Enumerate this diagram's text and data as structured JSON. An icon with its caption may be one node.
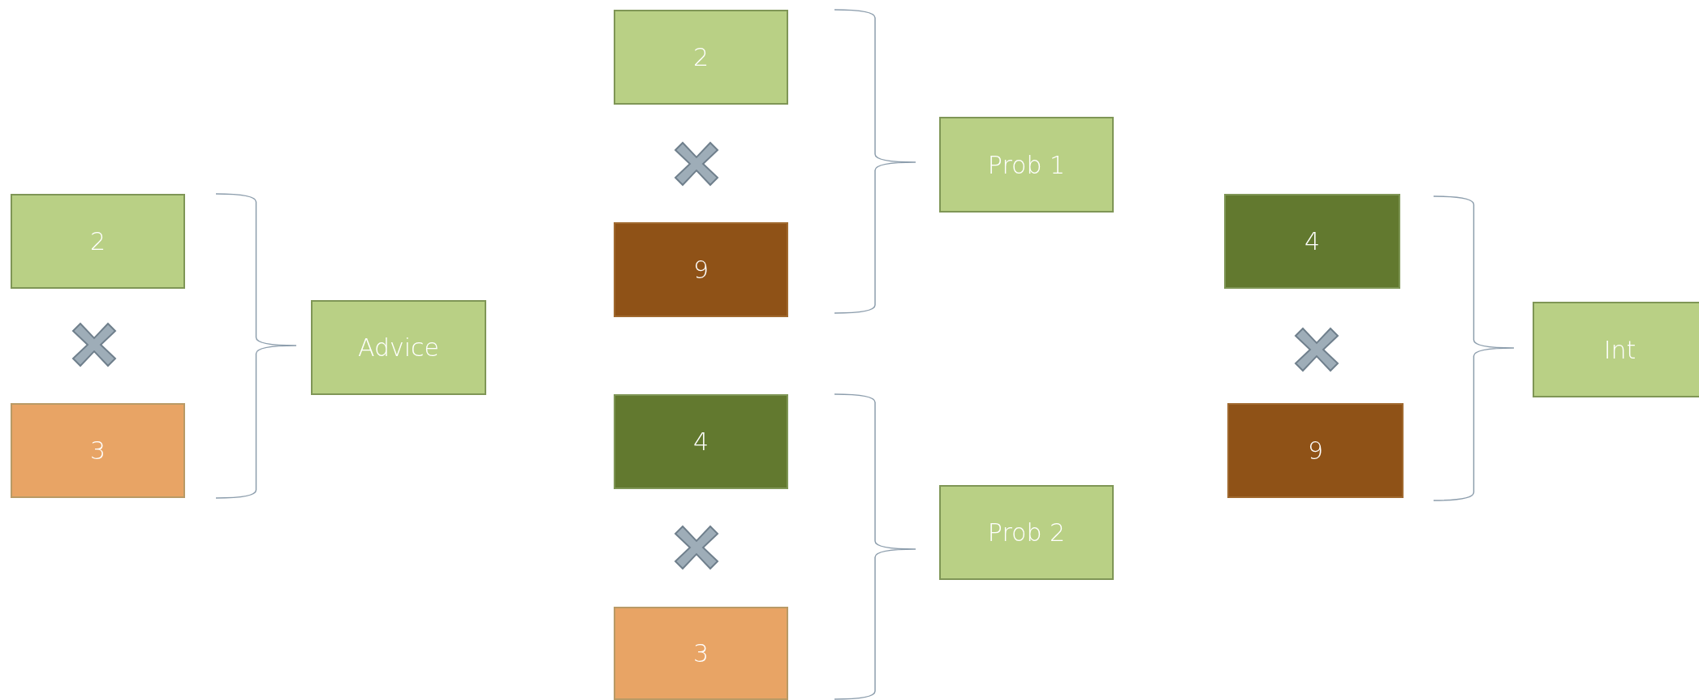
{
  "diagram": {
    "nodes": [
      {
        "text": [
          "2"
        ]
      },
      {
        "text": [
          "3"
        ]
      },
      {
        "text": [
          "Advice"
        ]
      },
      {
        "text": [
          "2"
        ]
      },
      {
        "text": [
          "9"
        ]
      },
      {
        "text": [
          "Prob 1"
        ]
      },
      {
        "text": [
          "4"
        ]
      },
      {
        "text": [
          "3"
        ]
      },
      {
        "text": [
          "Prob 2"
        ]
      },
      {
        "text": [
          "4"
        ]
      },
      {
        "text": [
          "9"
        ]
      },
      {
        "text": [
          "Int"
        ]
      }
    ]
  }
}
